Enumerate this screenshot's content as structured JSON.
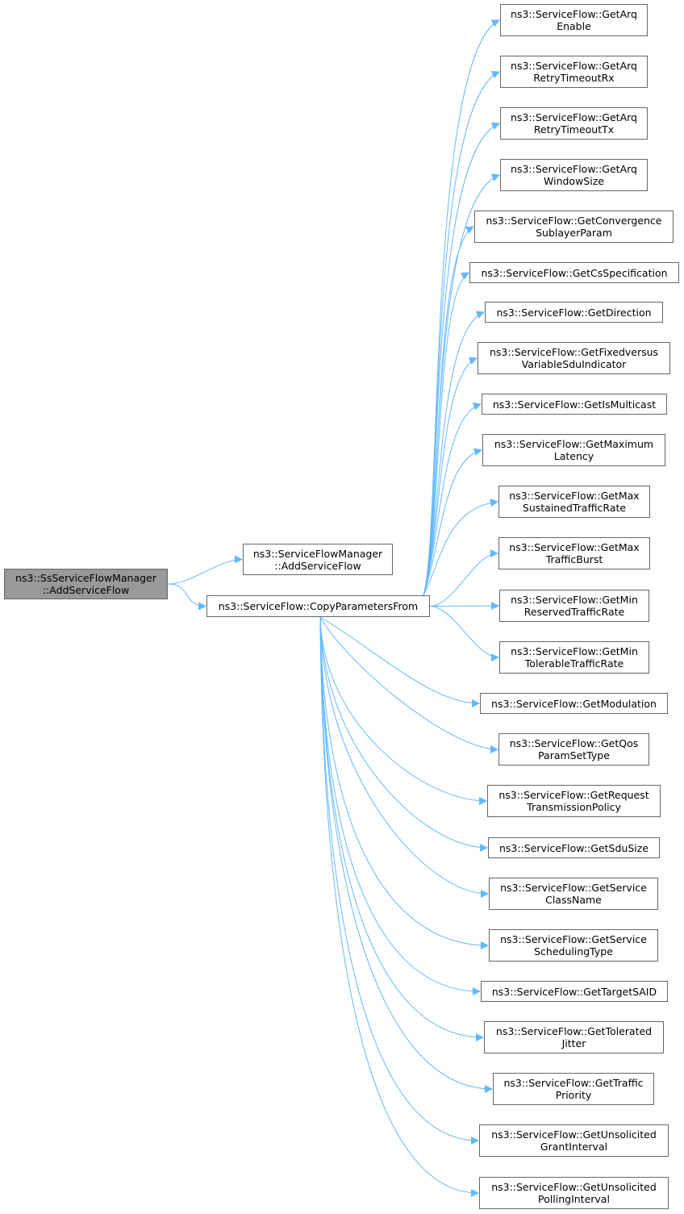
{
  "colors": {
    "edge": "#63b8ff",
    "root_fill": "#999999",
    "border": "#666666"
  },
  "nodes": [
    {
      "id": "root",
      "lines": [
        "ns3::SsServiceFlowManager",
        "::AddServiceFlow"
      ]
    },
    {
      "id": "sfm",
      "lines": [
        "ns3::ServiceFlowManager",
        "::AddServiceFlow"
      ]
    },
    {
      "id": "cpf",
      "lines": [
        "ns3::ServiceFlow::CopyParametersFrom"
      ]
    },
    {
      "id": "t1",
      "lines": [
        "ns3::ServiceFlow::GetArq",
        "Enable"
      ]
    },
    {
      "id": "t2",
      "lines": [
        "ns3::ServiceFlow::GetArq",
        "RetryTimeoutRx"
      ]
    },
    {
      "id": "t3",
      "lines": [
        "ns3::ServiceFlow::GetArq",
        "RetryTimeoutTx"
      ]
    },
    {
      "id": "t4",
      "lines": [
        "ns3::ServiceFlow::GetArq",
        "WindowSize"
      ]
    },
    {
      "id": "t5",
      "lines": [
        "ns3::ServiceFlow::GetConvergence",
        "SublayerParam"
      ]
    },
    {
      "id": "t6",
      "lines": [
        "ns3::ServiceFlow::GetCsSpecification"
      ]
    },
    {
      "id": "t7",
      "lines": [
        "ns3::ServiceFlow::GetDirection"
      ]
    },
    {
      "id": "t8",
      "lines": [
        "ns3::ServiceFlow::GetFixedversus",
        "VariableSduIndicator"
      ]
    },
    {
      "id": "t9",
      "lines": [
        "ns3::ServiceFlow::GetIsMulticast"
      ]
    },
    {
      "id": "t10",
      "lines": [
        "ns3::ServiceFlow::GetMaximum",
        "Latency"
      ]
    },
    {
      "id": "t11",
      "lines": [
        "ns3::ServiceFlow::GetMax",
        "SustainedTrafficRate"
      ]
    },
    {
      "id": "t12",
      "lines": [
        "ns3::ServiceFlow::GetMax",
        "TrafficBurst"
      ]
    },
    {
      "id": "t13",
      "lines": [
        "ns3::ServiceFlow::GetMin",
        "ReservedTrafficRate"
      ]
    },
    {
      "id": "t14",
      "lines": [
        "ns3::ServiceFlow::GetMin",
        "TolerableTrafficRate"
      ]
    },
    {
      "id": "t15",
      "lines": [
        "ns3::ServiceFlow::GetModulation"
      ]
    },
    {
      "id": "t16",
      "lines": [
        "ns3::ServiceFlow::GetQos",
        "ParamSetType"
      ]
    },
    {
      "id": "t17",
      "lines": [
        "ns3::ServiceFlow::GetRequest",
        "TransmissionPolicy"
      ]
    },
    {
      "id": "t18",
      "lines": [
        "ns3::ServiceFlow::GetSduSize"
      ]
    },
    {
      "id": "t19",
      "lines": [
        "ns3::ServiceFlow::GetService",
        "ClassName"
      ]
    },
    {
      "id": "t20",
      "lines": [
        "ns3::ServiceFlow::GetService",
        "SchedulingType"
      ]
    },
    {
      "id": "t21",
      "lines": [
        "ns3::ServiceFlow::GetTargetSAID"
      ]
    },
    {
      "id": "t22",
      "lines": [
        "ns3::ServiceFlow::GetTolerated",
        "Jitter"
      ]
    },
    {
      "id": "t23",
      "lines": [
        "ns3::ServiceFlow::GetTraffic",
        "Priority"
      ]
    },
    {
      "id": "t24",
      "lines": [
        "ns3::ServiceFlow::GetUnsolicited",
        "GrantInterval"
      ]
    },
    {
      "id": "t25",
      "lines": [
        "ns3::ServiceFlow::GetUnsolicited",
        "PollingInterval"
      ]
    }
  ],
  "edges": [
    [
      "root",
      "sfm"
    ],
    [
      "root",
      "cpf"
    ],
    [
      "cpf",
      "t1"
    ],
    [
      "cpf",
      "t2"
    ],
    [
      "cpf",
      "t3"
    ],
    [
      "cpf",
      "t4"
    ],
    [
      "cpf",
      "t5"
    ],
    [
      "cpf",
      "t6"
    ],
    [
      "cpf",
      "t7"
    ],
    [
      "cpf",
      "t8"
    ],
    [
      "cpf",
      "t9"
    ],
    [
      "cpf",
      "t10"
    ],
    [
      "cpf",
      "t11"
    ],
    [
      "cpf",
      "t12"
    ],
    [
      "cpf",
      "t13"
    ],
    [
      "cpf",
      "t14"
    ],
    [
      "cpf",
      "t15"
    ],
    [
      "cpf",
      "t16"
    ],
    [
      "cpf",
      "t17"
    ],
    [
      "cpf",
      "t18"
    ],
    [
      "cpf",
      "t19"
    ],
    [
      "cpf",
      "t20"
    ],
    [
      "cpf",
      "t21"
    ],
    [
      "cpf",
      "t22"
    ],
    [
      "cpf",
      "t23"
    ],
    [
      "cpf",
      "t24"
    ],
    [
      "cpf",
      "t25"
    ]
  ]
}
